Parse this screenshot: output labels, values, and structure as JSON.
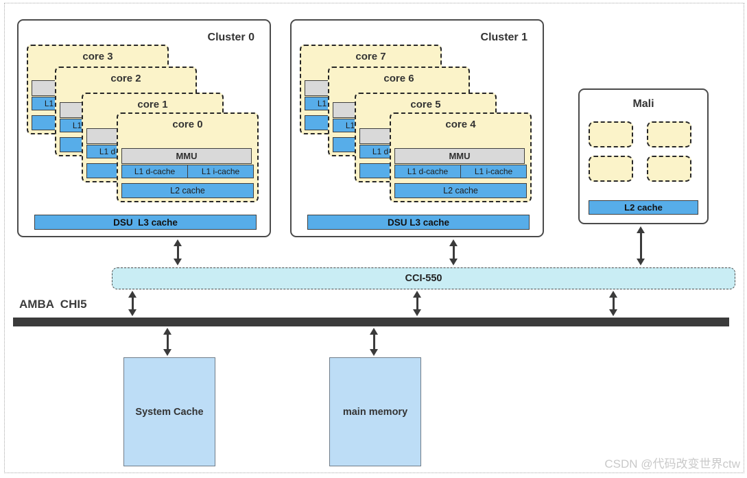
{
  "bus_label": "AMBA  CHI5",
  "interconnect": {
    "label": "CCI-550"
  },
  "core_internals": {
    "mmu": "MMU",
    "l1d": "L1 d-cache",
    "l1i": "L1 i-cache",
    "l2": "L2 cache"
  },
  "clusters": [
    {
      "title": "Cluster 0",
      "dsu": "DSU  L3 cache",
      "cores": [
        {
          "label": "core 3"
        },
        {
          "label": "core 2"
        },
        {
          "label": "core 1"
        },
        {
          "label": "core 0"
        }
      ]
    },
    {
      "title": "Cluster 1",
      "dsu": "DSU L3 cache",
      "cores": [
        {
          "label": "core 7"
        },
        {
          "label": "core 6"
        },
        {
          "label": "core 5"
        },
        {
          "label": "core 4"
        }
      ]
    }
  ],
  "mali": {
    "title": "Mali",
    "l2": "L2 cache",
    "shader_core_count": 4
  },
  "memory": {
    "system_cache": "System Cache",
    "main_memory": "main memory"
  },
  "watermark": "CSDN @代码改变世界ctw",
  "colors": {
    "core_card_yellow": "#FBF3C9",
    "cache_blue": "#57ADE9",
    "mmu_grey": "#D9D9D9",
    "cci_cyan": "#C9EDF4",
    "memory_blue": "#BDDDF6",
    "bus_dark": "#3B3B3B"
  }
}
